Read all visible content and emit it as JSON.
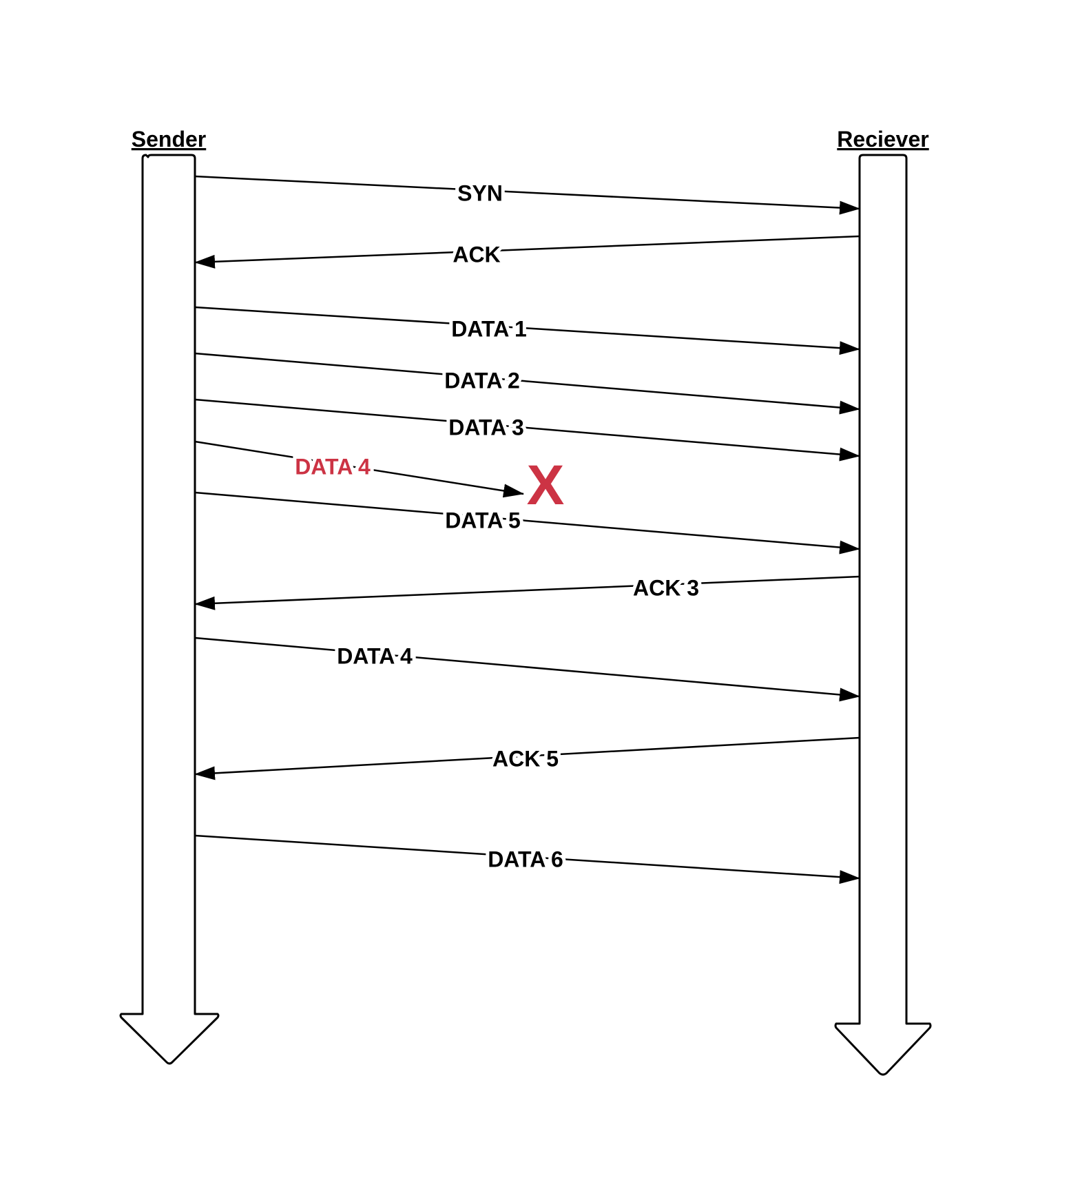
{
  "participants": {
    "sender": "Sender",
    "receiver": "Reciever"
  },
  "messages": [
    {
      "label": "SYN",
      "from": "sender",
      "to": "receiver",
      "lost": false
    },
    {
      "label": "ACK",
      "from": "receiver",
      "to": "sender",
      "lost": false
    },
    {
      "label": "DATA 1",
      "from": "sender",
      "to": "receiver",
      "lost": false
    },
    {
      "label": "DATA 2",
      "from": "sender",
      "to": "receiver",
      "lost": false
    },
    {
      "label": "DATA 3",
      "from": "sender",
      "to": "receiver",
      "lost": false
    },
    {
      "label": "DATA 4",
      "from": "sender",
      "to": "receiver",
      "lost": true
    },
    {
      "label": "DATA 5",
      "from": "sender",
      "to": "receiver",
      "lost": false
    },
    {
      "label": "ACK 3",
      "from": "receiver",
      "to": "sender",
      "lost": false
    },
    {
      "label": "DATA 4",
      "from": "sender",
      "to": "receiver",
      "lost": false
    },
    {
      "label": "ACK 5",
      "from": "receiver",
      "to": "sender",
      "lost": false
    },
    {
      "label": "DATA 6",
      "from": "sender",
      "to": "receiver",
      "lost": false
    }
  ],
  "loss_marker": "X",
  "colors": {
    "line": "#000000",
    "lost": "#cc3344"
  }
}
